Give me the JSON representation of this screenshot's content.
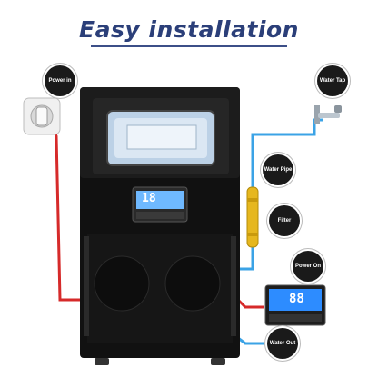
{
  "title": "Easy installation",
  "callouts": {
    "power_in": "Power in",
    "water_tap": "Water Tap",
    "water_pipe": "Water Pipe",
    "filter": "Filter",
    "power_on": "Power On",
    "water_out": "Water Out"
  },
  "displays": {
    "machine_readout": "18",
    "panel_readout": "88"
  },
  "colors": {
    "title": "#2b3f79",
    "power_cable": "#d62a2a",
    "water_line": "#3ba3e6",
    "machine_body": "#111111"
  }
}
